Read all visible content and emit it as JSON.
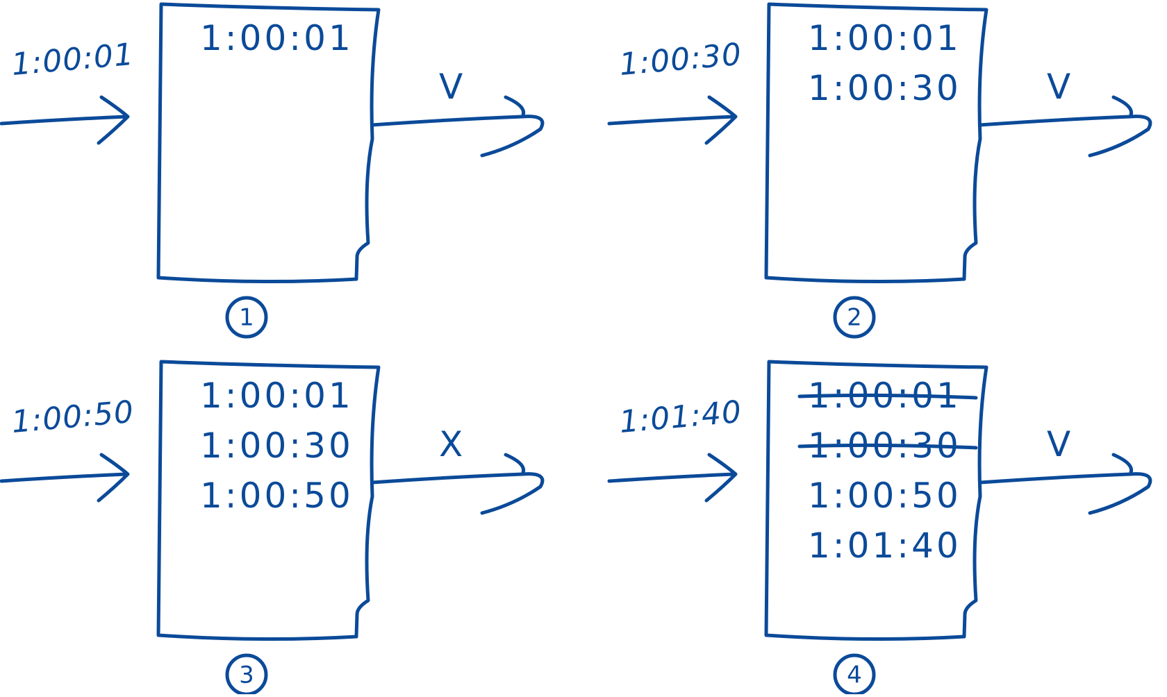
{
  "panels": [
    {
      "input_time": "1:00:01",
      "box_entries": [
        {
          "time": "1:00:01",
          "struck": false
        }
      ],
      "result_mark": "V",
      "step_number": "1"
    },
    {
      "input_time": "1:00:30",
      "box_entries": [
        {
          "time": "1:00:01",
          "struck": false
        },
        {
          "time": "1:00:30",
          "struck": false
        }
      ],
      "result_mark": "V",
      "step_number": "2"
    },
    {
      "input_time": "1:00:50",
      "box_entries": [
        {
          "time": "1:00:01",
          "struck": false
        },
        {
          "time": "1:00:30",
          "struck": false
        },
        {
          "time": "1:00:50",
          "struck": false
        }
      ],
      "result_mark": "X",
      "step_number": "3"
    },
    {
      "input_time": "1:01:40",
      "box_entries": [
        {
          "time": "1:00:01",
          "struck": true
        },
        {
          "time": "1:00:30",
          "struck": true
        },
        {
          "time": "1:00:50",
          "struck": false
        },
        {
          "time": "1:01:40",
          "struck": false
        }
      ],
      "result_mark": "V",
      "step_number": "4"
    }
  ],
  "ink_color": "#0b4a99"
}
